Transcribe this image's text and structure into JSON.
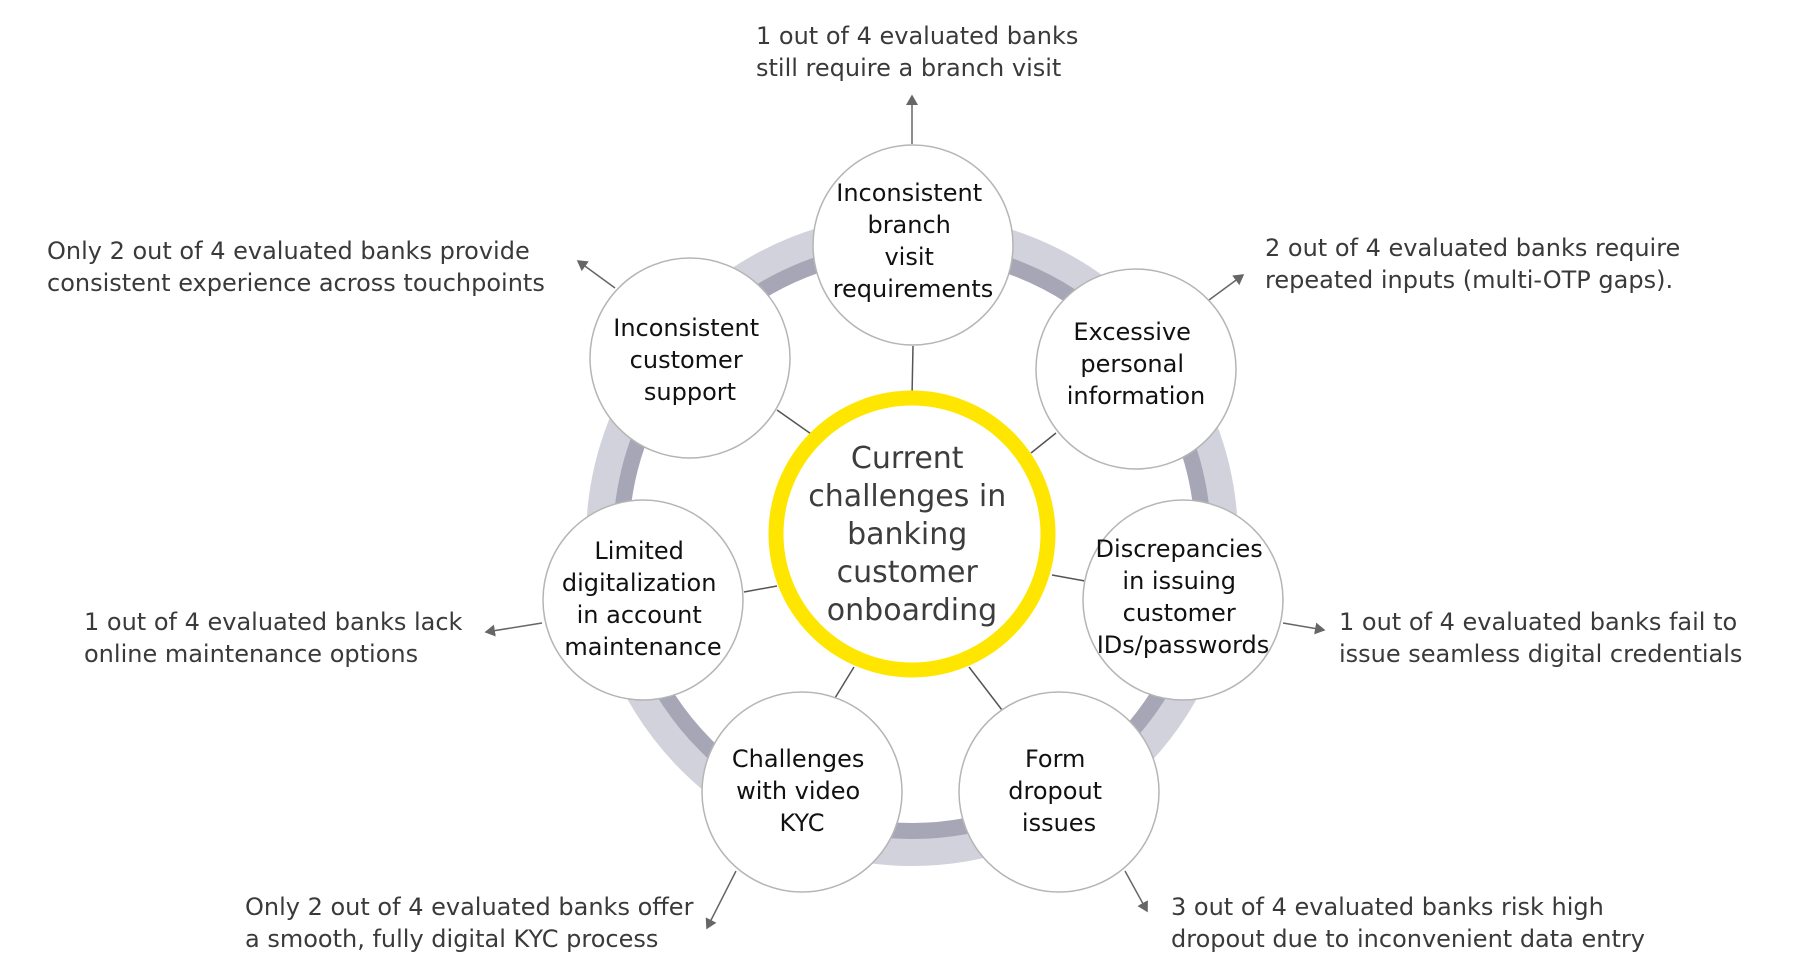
{
  "center": {
    "lines": [
      "Current",
      "challenges in",
      "banking",
      "customer",
      "onboarding"
    ]
  },
  "colors": {
    "accent": "#FFE600",
    "ring_outer": "#D2D2DC",
    "ring_inner": "#A6A6B6"
  },
  "challenges": [
    {
      "lines": [
        "Inconsistent",
        "branch",
        "visit",
        "requirements"
      ],
      "note": [
        "1 out of 4 evaluated banks",
        "still require a branch visit"
      ]
    },
    {
      "lines": [
        "Excessive",
        "personal",
        "information"
      ],
      "note": [
        "2 out of 4 evaluated banks require",
        "repeated inputs (multi-OTP gaps)."
      ]
    },
    {
      "lines": [
        "Discrepancies",
        "in issuing",
        "customer",
        "IDs/passwords"
      ],
      "note": [
        "1 out of 4 evaluated banks fail to",
        "issue seamless digital credentials"
      ]
    },
    {
      "lines": [
        "Form",
        "dropout",
        "issues"
      ],
      "note": [
        "3 out of 4 evaluated banks risk high",
        "dropout due to inconvenient data entry"
      ]
    },
    {
      "lines": [
        "Challenges",
        "with video",
        "KYC"
      ],
      "note": [
        "Only 2 out of 4 evaluated banks offer",
        "a smooth, fully digital KYC process"
      ]
    },
    {
      "lines": [
        "Limited",
        "digitalization",
        "in account",
        "maintenance"
      ],
      "note": [
        "1 out of 4 evaluated banks lack",
        "online maintenance options"
      ]
    },
    {
      "lines": [
        "Inconsistent",
        "customer",
        "support"
      ],
      "note": [
        "Only 2 out of 4 evaluated banks provide",
        "consistent experience across touchpoints"
      ]
    }
  ]
}
